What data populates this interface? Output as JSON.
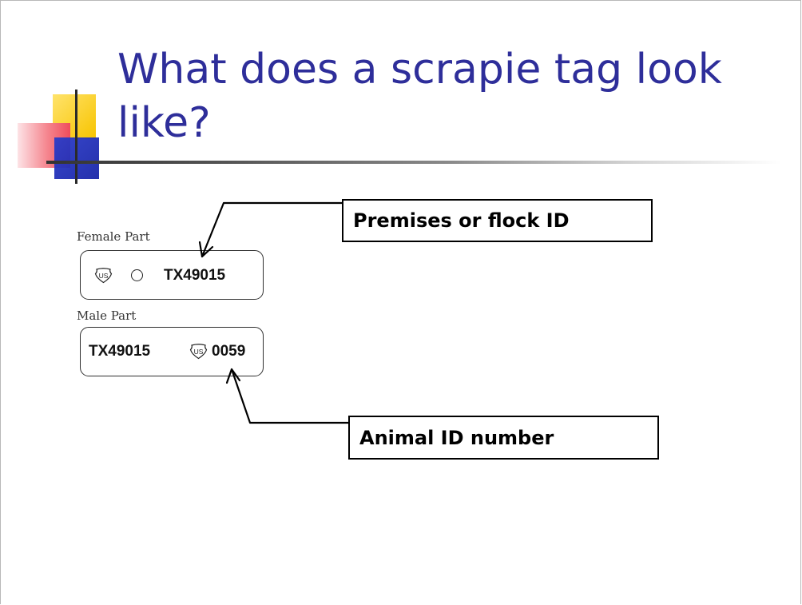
{
  "slide": {
    "title": "What does a scrapie tag look like?"
  },
  "female_tag": {
    "caption": "Female Part",
    "badge": "US",
    "number": "TX49015"
  },
  "male_tag": {
    "caption": "Male Part",
    "number": "TX49015",
    "badge": "US",
    "serial": "0059"
  },
  "callouts": {
    "premises": "Premises or flock ID",
    "animal": "Animal ID number"
  },
  "colors": {
    "title": "#2e2e9a",
    "accent_yellow": "#f7c400",
    "accent_red": "#ef4c5b",
    "accent_blue": "#1a26a8"
  }
}
